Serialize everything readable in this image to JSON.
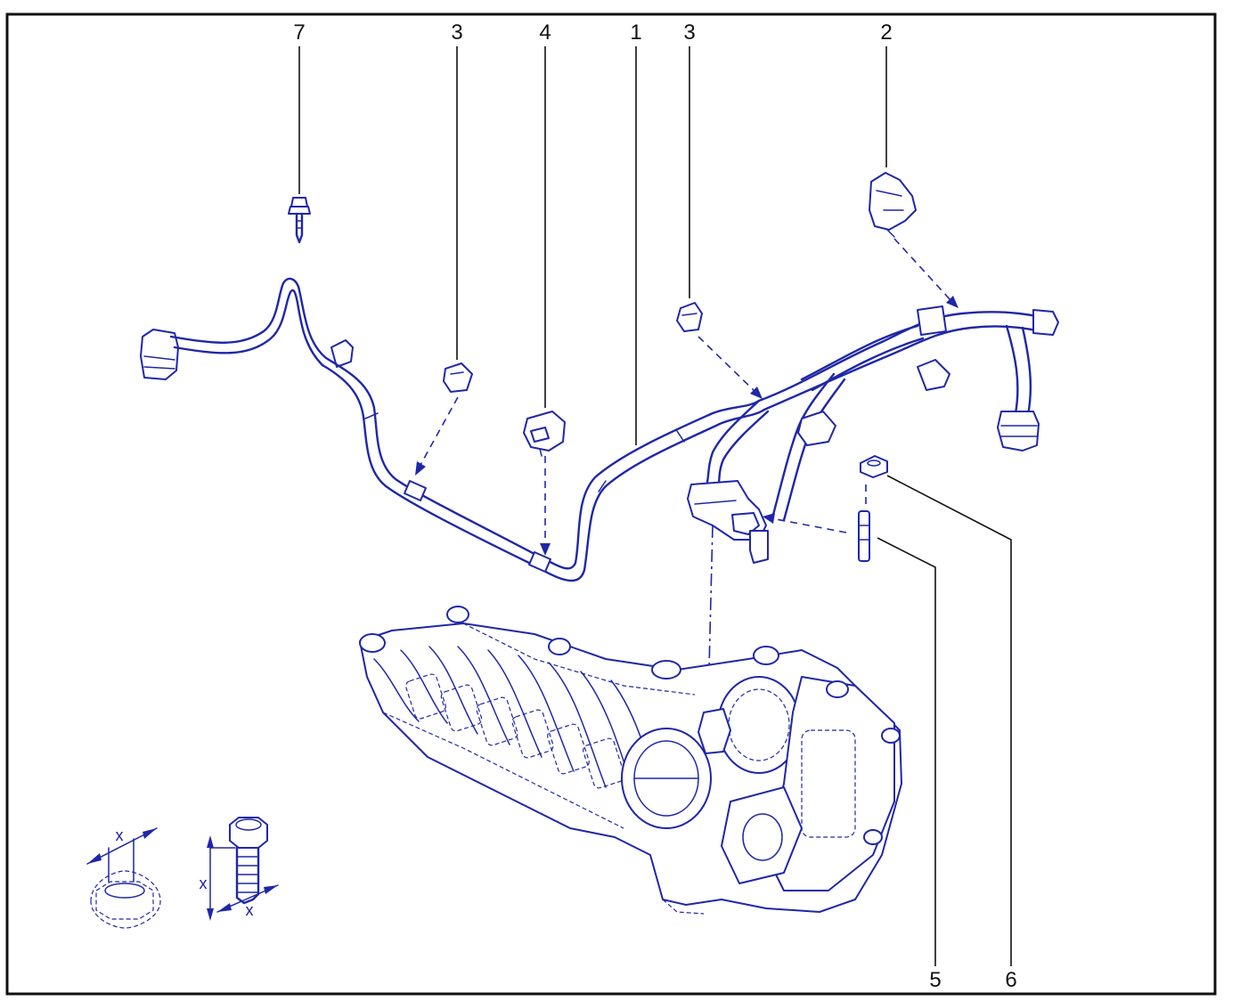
{
  "diagram": {
    "callouts": [
      {
        "id": "callout-7",
        "label": "7"
      },
      {
        "id": "callout-3a",
        "label": "3"
      },
      {
        "id": "callout-4",
        "label": "4"
      },
      {
        "id": "callout-1",
        "label": "1"
      },
      {
        "id": "callout-3b",
        "label": "3"
      },
      {
        "id": "callout-2",
        "label": "2"
      },
      {
        "id": "callout-5",
        "label": "5"
      },
      {
        "id": "callout-6",
        "label": "6"
      }
    ],
    "dimension_labels": {
      "nut_width": "x",
      "bolt_length": "x",
      "bolt_width": "x"
    },
    "colors": {
      "line_art": "#1f27a8",
      "frame": "#111111",
      "background": "#ffffff"
    }
  }
}
